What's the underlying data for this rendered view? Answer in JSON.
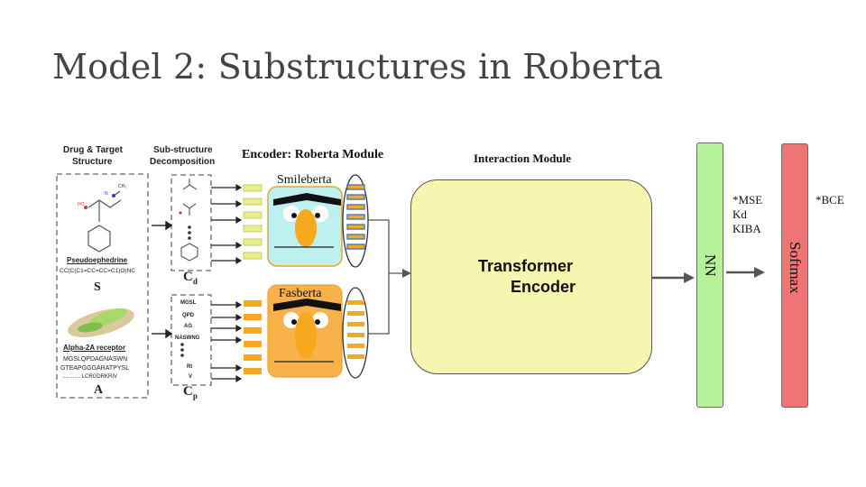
{
  "slide": {
    "title": "Model 2: Substructures in Roberta"
  },
  "left_figure": {
    "header_drug_target": [
      "Drug & Target",
      "Structure"
    ],
    "header_substructure": [
      "Sub-structure",
      "Decomposition"
    ],
    "drug_name": "Pseudoephedrine",
    "drug_smiles": "CC(C(C1=CC=CC=C1)O)NC",
    "drug_symbol": "S",
    "target_name": "Alpha-2A receptor",
    "target_seq": [
      "MGSLQPDAGNASWN",
      "GTEAPGGGARATPYSL",
      "............ LCRGDRKRIV"
    ],
    "target_symbol": "A",
    "drug_sub_symbol": "C",
    "drug_sub_subscript": "d",
    "protein_sub_symbol": "C",
    "protein_sub_subscript": "p",
    "protein_fragments": [
      "MGSL",
      "QPD",
      "AG",
      "NASWNG",
      "RI",
      "V"
    ],
    "molecule_labels": {
      "ch3": "CH₃",
      "ho": "HO",
      "nh": "N"
    }
  },
  "encoder": {
    "header": "Encoder: Roberta Module",
    "smiles_model": "Smileberta",
    "fasta_model": "Fasberta"
  },
  "interaction": {
    "header": "Interaction Module",
    "transformer_line1": "Transformer",
    "transformer_line2": "Encoder"
  },
  "nn": {
    "label": "NN",
    "metrics": [
      "*MSE",
      "Kd",
      "KIBA"
    ]
  },
  "softmax": {
    "label": "Softmax",
    "metric": "*BCE"
  },
  "colors": {
    "title": "#444444",
    "transformer_fill": "#f6f6b0",
    "nn_fill": "#b4f197",
    "softmax_fill": "#f07474",
    "smileberta_face": "#bff0f0",
    "fasberta_face": "#f9b24a",
    "beak": "#f6a81e",
    "yellow_green_token": "#e7f08a",
    "orange_token": "#f6a81e",
    "blue_stripe": "#4a78b5"
  }
}
